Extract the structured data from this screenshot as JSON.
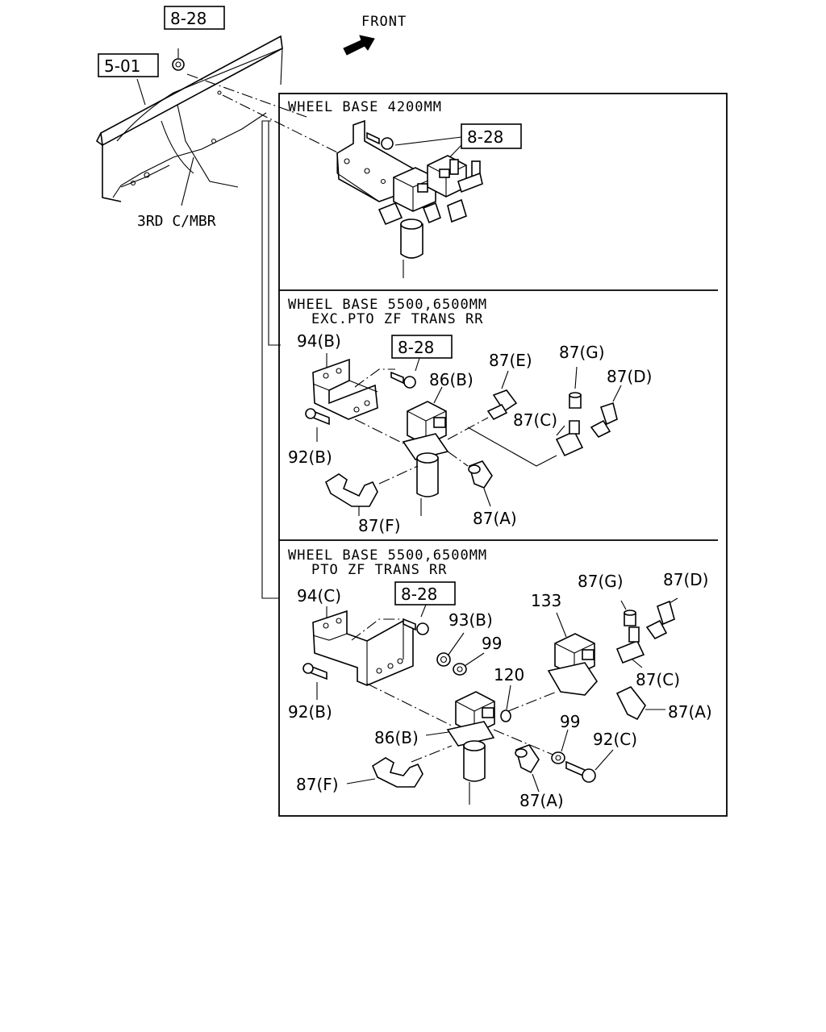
{
  "refs": {
    "r828_top": "8-28",
    "r501": "5-01",
    "r828_wb4200": "8-28",
    "r828_wb5500a": "8-28",
    "r828_wb5500b": "8-28"
  },
  "front_label": "FRONT",
  "cross_member_label": "3RD C/MBR",
  "sections": {
    "wb4200": {
      "title": "WHEEL BASE 4200MM"
    },
    "wb5500_exc": {
      "title_line1": "WHEEL BASE 5500,6500MM",
      "title_line2": "EXC.PTO ZF TRANS RR"
    },
    "wb5500_pto": {
      "title_line1": "WHEEL BASE 5500,6500MM",
      "title_line2": "PTO ZF TRANS RR"
    }
  },
  "labels_exc": {
    "p94b": "94(B)",
    "p86b": "86(B)",
    "p87e": "87(E)",
    "p87g": "87(G)",
    "p87d": "87(D)",
    "p87c": "87(C)",
    "p92b": "92(B)",
    "p87f": "87(F)",
    "p87a": "87(A)"
  },
  "labels_pto": {
    "p94c": "94(C)",
    "p133": "133",
    "p87g": "87(G)",
    "p87d": "87(D)",
    "p93b": "93(B)",
    "p99a": "99",
    "p120": "120",
    "p87c": "87(C)",
    "p92b": "92(B)",
    "p87a_r": "87(A)",
    "p86b": "86(B)",
    "p99b": "99",
    "p92c": "92(C)",
    "p87f": "87(F)",
    "p87a": "87(A)"
  }
}
